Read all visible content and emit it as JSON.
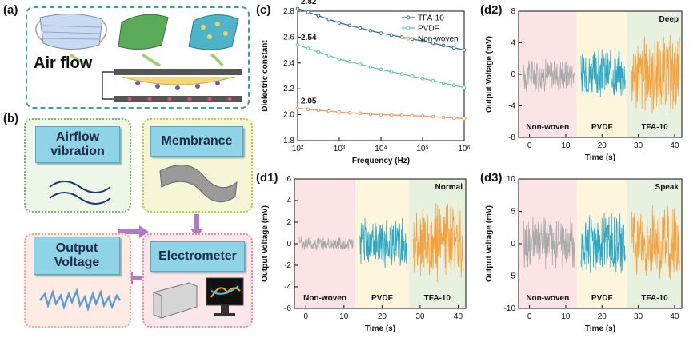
{
  "panel_a": {
    "label": "(a)",
    "airflow_label": "Air flow"
  },
  "panel_b": {
    "label": "(b)",
    "airflow_vibration": "Airflow vibration",
    "membrance": "Membrance",
    "electrometer": "Electrometer",
    "output_voltage": "Output Voltage"
  },
  "colors": {
    "pink_zone": "#fbe3e6",
    "yellow_zone": "#fdf6dc",
    "green_zone": "#e6f2df",
    "gray_signal": "#a9a9a9",
    "blue_signal": "#2aa7c9",
    "orange_signal": "#f7a03c"
  },
  "chart_data": [
    {
      "id": "c",
      "label": "(c)",
      "type": "line",
      "xlabel": "Frequency (Hz)",
      "ylabel": "Dielectric constant",
      "x_scale": "log",
      "xlim": [
        100,
        1000000
      ],
      "ylim": [
        1.8,
        2.8
      ],
      "x_ticks": [
        "10²",
        "10³",
        "10⁴",
        "10⁵",
        "10⁶"
      ],
      "y_ticks": [
        "1.8",
        "2.0",
        "2.2",
        "2.4",
        "2.6",
        "2.8"
      ],
      "legend": "top-right",
      "series": [
        {
          "name": "TFA-10",
          "color": "#2f6fa8",
          "start_label": "2.82",
          "x": [
            100,
            1000,
            10000,
            100000,
            1000000
          ],
          "values": [
            2.82,
            2.71,
            2.63,
            2.57,
            2.5
          ]
        },
        {
          "name": "PVDF",
          "color": "#5fc4b0",
          "start_label": "2.54",
          "x": [
            100,
            1000,
            10000,
            100000,
            1000000
          ],
          "values": [
            2.54,
            2.43,
            2.35,
            2.28,
            2.21
          ]
        },
        {
          "name": "Non-woven",
          "color": "#f2935a",
          "start_label": "2.05",
          "x": [
            100,
            1000,
            10000,
            100000,
            1000000
          ],
          "values": [
            2.05,
            2.02,
            2.0,
            1.99,
            1.97
          ]
        }
      ]
    },
    {
      "id": "d2",
      "label": "(d2)",
      "type": "line",
      "title": "Deep",
      "xlabel": "Time (s)",
      "ylabel": "Output Voltage (mV)",
      "xlim": [
        -3,
        42
      ],
      "ylim": [
        -8,
        8
      ],
      "x_ticks": [
        "0",
        "10",
        "20",
        "30",
        "40"
      ],
      "y_ticks": [
        "-8",
        "-4",
        "0",
        "4",
        "8"
      ],
      "zones": [
        {
          "name": "Non-woven",
          "x_range": [
            -3,
            13
          ],
          "amplitude": 2.5
        },
        {
          "name": "PVDF",
          "x_range": [
            13,
            27
          ],
          "amplitude": 3.5
        },
        {
          "name": "TFA-10",
          "x_range": [
            27,
            42
          ],
          "amplitude": 5.5
        }
      ]
    },
    {
      "id": "d1",
      "label": "(d1)",
      "type": "line",
      "title": "Normal",
      "xlabel": "Time (s)",
      "ylabel": "Output Voltage (mV)",
      "xlim": [
        -3,
        42
      ],
      "ylim": [
        -6,
        6
      ],
      "x_ticks": [
        "0",
        "10",
        "20",
        "30",
        "40"
      ],
      "y_ticks": [
        "-6",
        "-4",
        "-2",
        "0",
        "2",
        "4",
        "6"
      ],
      "zones": [
        {
          "name": "Non-woven",
          "x_range": [
            -3,
            13
          ],
          "amplitude": 0.8
        },
        {
          "name": "PVDF",
          "x_range": [
            13,
            27
          ],
          "amplitude": 2.5
        },
        {
          "name": "TFA-10",
          "x_range": [
            27,
            42
          ],
          "amplitude": 3.8
        }
      ]
    },
    {
      "id": "d3",
      "label": "(d3)",
      "type": "line",
      "title": "Speak",
      "xlabel": "Time (s)",
      "ylabel": "Output Voltage (mV)",
      "xlim": [
        -3,
        42
      ],
      "ylim": [
        -10,
        10
      ],
      "x_ticks": [
        "0",
        "10",
        "20",
        "30",
        "40"
      ],
      "y_ticks": [
        "-10",
        "-5",
        "0",
        "5",
        "10"
      ],
      "zones": [
        {
          "name": "Non-woven",
          "x_range": [
            -3,
            13
          ],
          "amplitude": 4.5
        },
        {
          "name": "PVDF",
          "x_range": [
            13,
            27
          ],
          "amplitude": 5.5
        },
        {
          "name": "TFA-10",
          "x_range": [
            27,
            42
          ],
          "amplitude": 7
        }
      ]
    }
  ]
}
